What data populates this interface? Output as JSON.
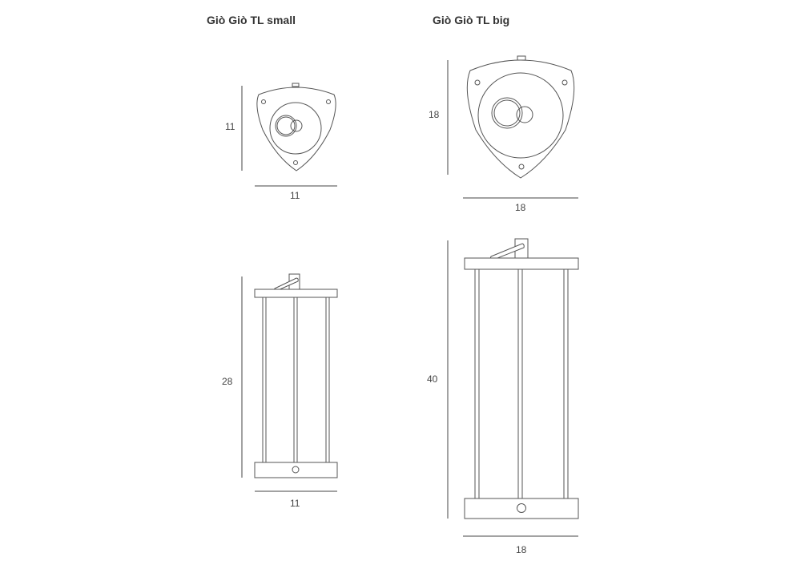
{
  "titles": {
    "small": "Giò Giò TL small",
    "big": "Giò Giò TL big"
  },
  "small": {
    "top_view": {
      "height": "11",
      "width": "11"
    },
    "side_view": {
      "height": "28",
      "width": "11"
    }
  },
  "big": {
    "top_view": {
      "height": "18",
      "width": "18"
    },
    "side_view": {
      "height": "40",
      "width": "18"
    }
  },
  "colors": {
    "line": "#555555",
    "text": "#333333"
  }
}
